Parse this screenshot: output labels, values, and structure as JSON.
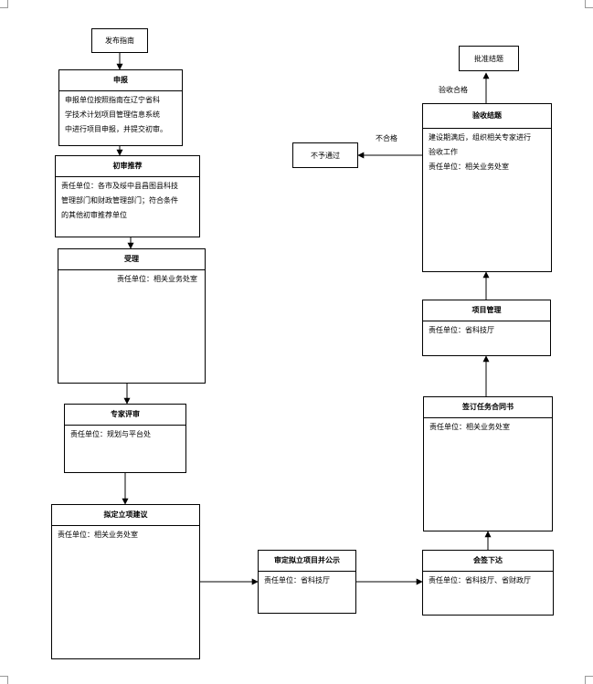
{
  "nodes": {
    "publish": {
      "label": "发布指南"
    },
    "apply": {
      "title": "申报",
      "lines": [
        "申报单位按照指南在辽宁省科",
        "学技术计划项目管理信息系统",
        "中进行项目申报，并提交初审。"
      ]
    },
    "prelim": {
      "title": "初审推荐",
      "lines": [
        "责任单位：各市及绥中县昌图县科技",
        "管理部门和财政管理部门；符合条件",
        "的其他初审推荐单位"
      ]
    },
    "accept": {
      "title": "受理",
      "lines": [
        "责任单位：相关业务处室"
      ]
    },
    "expert": {
      "title": "专家评审",
      "lines": [
        "责任单位：规划与平台处"
      ]
    },
    "propose": {
      "title": "拟定立项建议",
      "lines": [
        "责任单位：相关业务处室"
      ]
    },
    "approve": {
      "title": "审定拟立项目并公示",
      "lines": [
        "责任单位：省科技厅"
      ]
    },
    "issue": {
      "title": "会签下达",
      "lines": [
        "责任单位：省科技厅、省财政厅"
      ]
    },
    "contract": {
      "title": "签订任务合同书",
      "lines": [
        "责任单位：相关业务处室"
      ]
    },
    "manage": {
      "title": "项目管理",
      "lines": [
        "责任单位：省科技厅"
      ]
    },
    "close": {
      "title": "验收结题",
      "lines": [
        "建设期满后，组织相关专家进行",
        "验收工作",
        "责任单位：相关业务处室"
      ]
    },
    "reject": {
      "label": "不予通过"
    },
    "final": {
      "label": "批准结题"
    }
  },
  "edge_labels": {
    "fail": "不合格",
    "pass": "验收合格"
  }
}
